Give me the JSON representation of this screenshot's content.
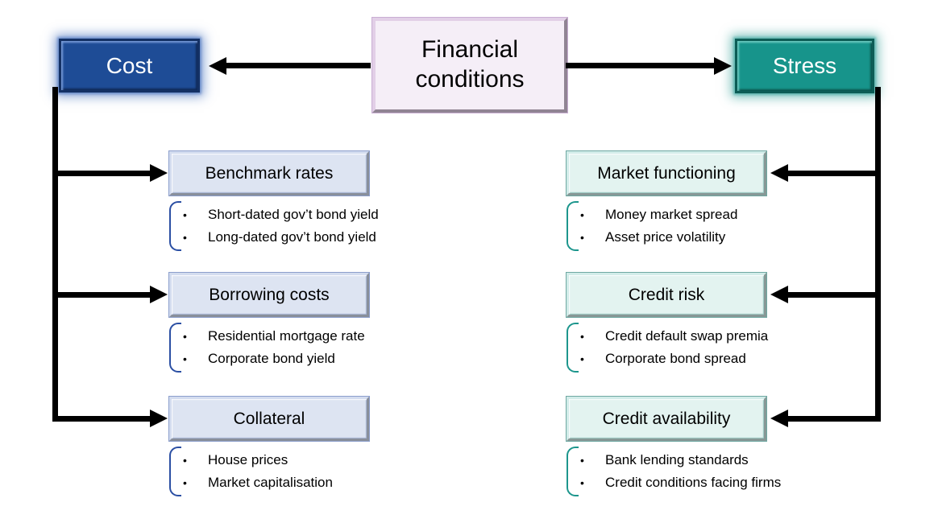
{
  "root": {
    "label": "Financial conditions"
  },
  "colors": {
    "cost_fill": "#1e4c96",
    "stress_fill": "#17948b",
    "left_accent": "#2b4fa3",
    "right_accent": "#1d968d",
    "root_fill": "#f5eef7",
    "left_box_fill": "#dde4f2",
    "right_box_fill": "#e3f3f0",
    "connector": "#000000"
  },
  "left": {
    "node_label": "Cost",
    "groups": [
      {
        "title": "Benchmark rates",
        "items": [
          "Short-dated gov’t bond yield",
          "Long-dated gov’t bond yield"
        ]
      },
      {
        "title": "Borrowing costs",
        "items": [
          "Residential mortgage rate",
          "Corporate bond yield"
        ]
      },
      {
        "title": "Collateral",
        "items": [
          "House prices",
          "Market capitalisation"
        ]
      }
    ]
  },
  "right": {
    "node_label": "Stress",
    "groups": [
      {
        "title": "Market functioning",
        "items": [
          "Money market spread",
          "Asset price volatility"
        ]
      },
      {
        "title": "Credit risk",
        "items": [
          "Credit default swap premia",
          "Corporate bond spread"
        ]
      },
      {
        "title": "Credit availability",
        "items": [
          "Bank lending standards",
          "Credit conditions facing firms"
        ]
      }
    ]
  }
}
